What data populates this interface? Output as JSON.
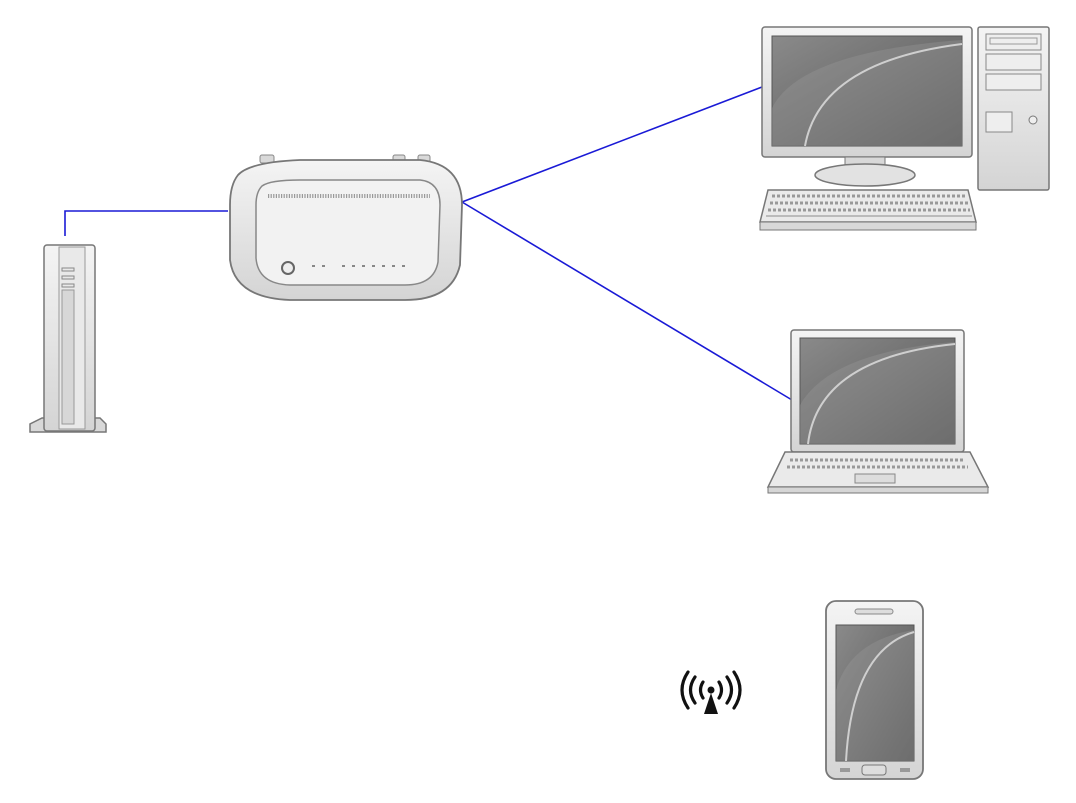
{
  "diagram": {
    "nodes": [
      {
        "id": "modem",
        "icon": "modem-icon"
      },
      {
        "id": "router",
        "icon": "router-icon"
      },
      {
        "id": "desktop",
        "icon": "desktop-computer-icon"
      },
      {
        "id": "laptop",
        "icon": "laptop-icon"
      },
      {
        "id": "smartphone",
        "icon": "smartphone-icon"
      },
      {
        "id": "wireless",
        "icon": "wireless-signal-icon"
      }
    ],
    "links": [
      {
        "from": "modem",
        "to": "router",
        "type": "wired"
      },
      {
        "from": "router",
        "to": "desktop",
        "type": "wired"
      },
      {
        "from": "router",
        "to": "laptop",
        "type": "wired"
      },
      {
        "from": "router",
        "to": "smartphone",
        "type": "wireless"
      }
    ],
    "colors": {
      "wire": "#1a1ad6",
      "device_outline": "#6e6e6e",
      "device_body": "#e6e6e6",
      "screen": "#6b6b6b",
      "signal": "#111111"
    }
  }
}
